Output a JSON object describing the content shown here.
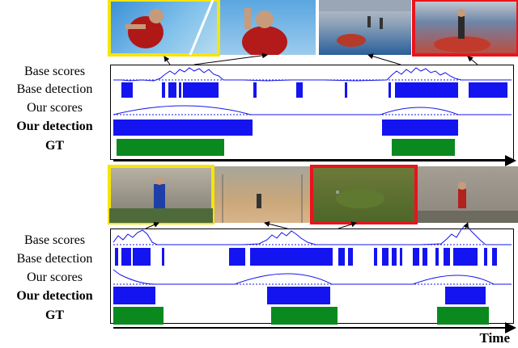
{
  "labels": {
    "base_scores": "Base scores",
    "base_detection": "Base detection",
    "our_scores": "Our scores",
    "our_detection": "Our detection",
    "gt": "GT"
  },
  "time_label": "Time",
  "colors": {
    "detection": "#1414f0",
    "gt": "#0a8a1e",
    "highlight_yellow": "#f5e50a",
    "highlight_red": "#e8141c"
  },
  "examples": [
    {
      "scene": "shot-put",
      "frames": [
        {
          "scene": "athlete-throwing-closeup",
          "highlight": "yellow"
        },
        {
          "scene": "athlete-closeup",
          "highlight": "none"
        },
        {
          "scene": "stadium-wide",
          "highlight": "none"
        },
        {
          "scene": "stadium-throw-circle",
          "highlight": "red"
        }
      ]
    },
    {
      "scene": "hammer-throw",
      "frames": [
        {
          "scene": "athlete-spinning",
          "highlight": "yellow"
        },
        {
          "scene": "cage-wide",
          "highlight": "none"
        },
        {
          "scene": "grass-field",
          "highlight": "red"
        },
        {
          "scene": "crowd-athlete",
          "highlight": "none"
        }
      ]
    }
  ]
}
